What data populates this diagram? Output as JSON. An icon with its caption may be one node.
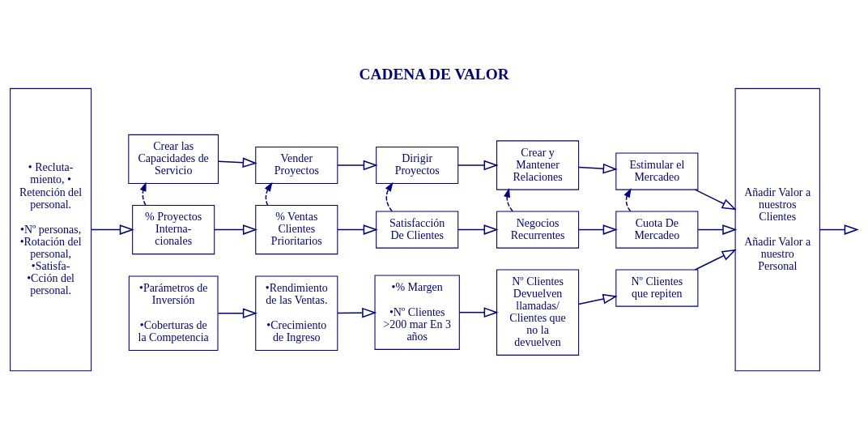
{
  "diagram": {
    "title": "CADENA DE VALOR",
    "nodes": [
      {
        "text": [
          "• Recluta- miento, • Retención del personal.",
          "•Nº personas, •Rotación del personal, •Satisfa- •Cción del personal."
        ]
      },
      {
        "text": [
          "Crear las Capacidades de Servicio"
        ]
      },
      {
        "text": [
          "Vender Proyectos"
        ]
      },
      {
        "text": [
          "Dirigir Proyectos"
        ]
      },
      {
        "text": [
          "Crear y Mantener Relaciones"
        ]
      },
      {
        "text": [
          "Estimular el Mercadeo"
        ]
      },
      {
        "text": [
          "% Proyectos Interna- cionales"
        ]
      },
      {
        "text": [
          "% Ventas Clientes Prioritarios"
        ]
      },
      {
        "text": [
          "Satisfacción De Clientes"
        ]
      },
      {
        "text": [
          "Negocios Recurrentes"
        ]
      },
      {
        "text": [
          "Cuota De Mercadeo"
        ]
      },
      {
        "text": [
          "•Parámetros de Inversión",
          "•Coberturas de la Competencia"
        ]
      },
      {
        "text": [
          "•Rendimiento de las Ventas.",
          "•Crecimiento de Ingreso"
        ]
      },
      {
        "text": [
          "•% Margen",
          "•Nº Clientes >200 mar En 3 años"
        ]
      },
      {
        "text": [
          "Nº Clientes Devuelven llamadas/ Clientes que no la devuelven"
        ]
      },
      {
        "text": [
          "Nº Clientes que repiten"
        ]
      },
      {
        "text": [
          "Añadir Valor a nuestros Clientes",
          "Añadir Valor a nuestro Personal"
        ]
      }
    ],
    "edges": [
      {
        "from": 0,
        "to": 6,
        "arrow": "to"
      },
      {
        "from": 1,
        "to": 2,
        "arrow": "to"
      },
      {
        "from": 2,
        "to": 3,
        "arrow": "to"
      },
      {
        "from": 3,
        "to": 4,
        "arrow": "to"
      },
      {
        "from": 4,
        "to": 5,
        "arrow": "to"
      },
      {
        "from": 5,
        "to": 16,
        "arrow": "to"
      },
      {
        "from": 6,
        "to": 7,
        "arrow": "to"
      },
      {
        "from": 7,
        "to": 8,
        "arrow": "to"
      },
      {
        "from": 8,
        "to": 9,
        "arrow": "to"
      },
      {
        "from": 9,
        "to": 10,
        "arrow": "to"
      },
      {
        "from": 10,
        "to": 16,
        "arrow": "to"
      },
      {
        "from": 11,
        "to": 12,
        "arrow": "to"
      },
      {
        "from": 12,
        "to": 13,
        "arrow": "to"
      },
      {
        "from": 13,
        "to": 14,
        "arrow": "to"
      },
      {
        "from": 14,
        "to": 15,
        "arrow": "to"
      },
      {
        "from": 15,
        "to": 16,
        "arrow": "to"
      },
      {
        "from": 6,
        "to": 1,
        "arrow": "to",
        "style": "dashed"
      },
      {
        "from": 7,
        "to": 2,
        "arrow": "to",
        "style": "dashed"
      },
      {
        "from": 8,
        "to": 3,
        "arrow": "to",
        "style": "dashed"
      },
      {
        "from": 9,
        "to": 4,
        "arrow": "to",
        "style": "dashed"
      },
      {
        "from": 10,
        "to": 5,
        "arrow": "to",
        "style": "dashed"
      },
      {
        "from": 16,
        "to": null,
        "arrow": "to"
      }
    ]
  }
}
